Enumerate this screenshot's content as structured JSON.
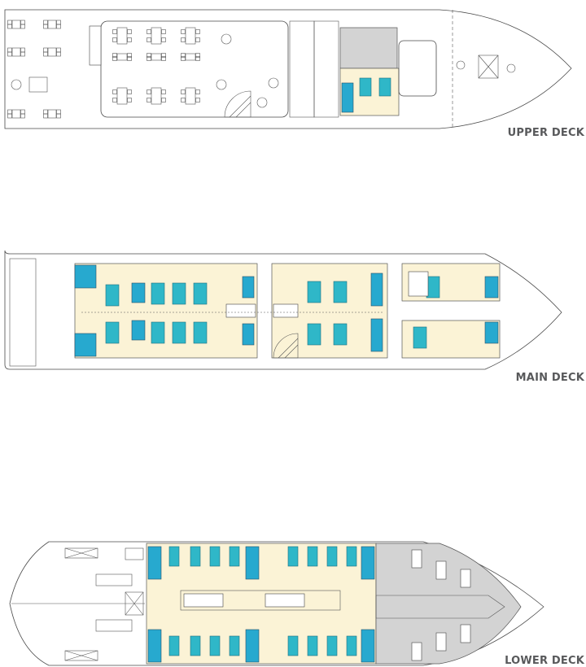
{
  "decks": [
    {
      "id": "upper",
      "label": "UPPER DECK"
    },
    {
      "id": "main",
      "label": "MAIN DECK"
    },
    {
      "id": "lower",
      "label": "LOWER DECK"
    }
  ],
  "colors": {
    "cabin_floor": "#fbf3d6",
    "bathroom": "#27a9cf",
    "bed": "#2fb7c8",
    "crew_area": "#d3d3d3",
    "label": "#58595b"
  }
}
